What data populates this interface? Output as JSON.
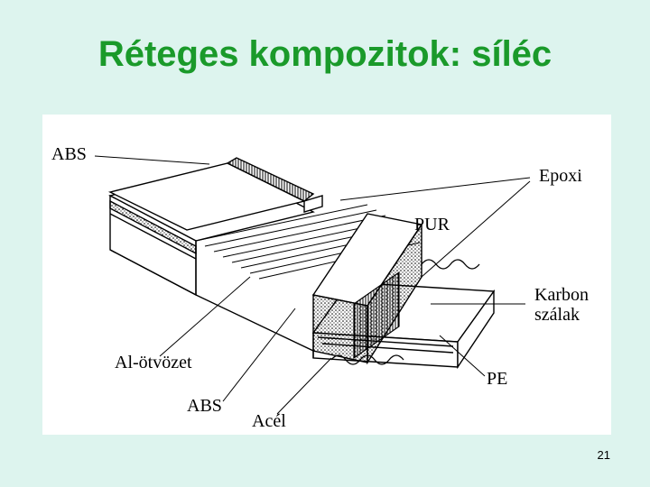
{
  "slide": {
    "title": "Réteges kompozitok: síléc",
    "page_number": "21",
    "title_color": "#1a9a2a",
    "background": "#ddf4ee"
  },
  "diagram": {
    "labels": {
      "abs_top": "ABS",
      "epoxi": "Epoxi",
      "pur": "PUR",
      "karbon_line1": "Karbon",
      "karbon_line2": "szálak",
      "al": "Al-ötvözet",
      "pe": "PE",
      "abs_bottom": "ABS",
      "acel": "Acél"
    }
  }
}
